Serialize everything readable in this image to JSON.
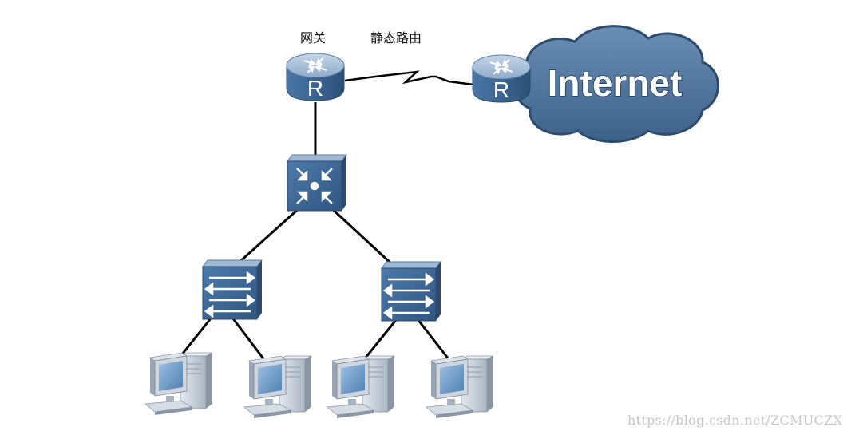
{
  "labels": {
    "gateway": "网关",
    "static_route": "静态路由"
  },
  "cloud": {
    "text": "Internet"
  },
  "router_letter": "R",
  "watermark": "https://blog.csdn.net/ZCMUCZX",
  "colors": {
    "device_top": "#9fb8d3",
    "device_face": "#3f6a98",
    "device_edge": "#2b4a6d",
    "cloud_fill": "#4a6f96",
    "cloud_edge": "#2c4b6d",
    "link": "#000000",
    "pc_body": "#cfd6df",
    "pc_screen": "#6f9cc8"
  },
  "icons": {
    "gateway_router": "router-icon",
    "isp_router": "router-icon",
    "core_switch": "layer3-switch-icon",
    "access_switch": "switch-icon",
    "host": "pc-icon",
    "internet": "cloud-icon"
  }
}
